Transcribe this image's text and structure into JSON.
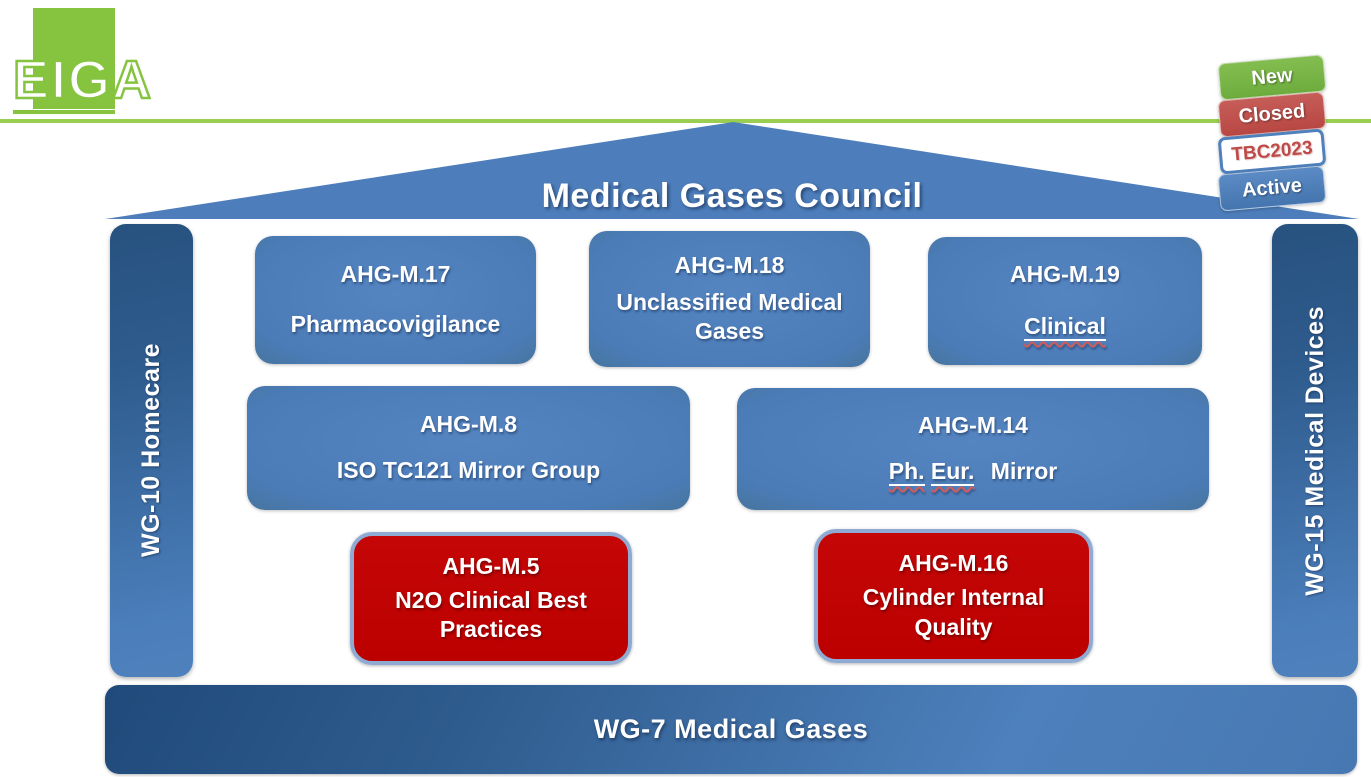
{
  "logo": {
    "text": "EIGA"
  },
  "legend": {
    "items": [
      {
        "id": "new",
        "label": "New",
        "color": "#74B244"
      },
      {
        "id": "closed",
        "label": "Closed",
        "color": "#BE4B48"
      },
      {
        "id": "tbc",
        "label": "TBC2023",
        "color": "#FFFFFF",
        "border_color": "#4F81BD",
        "text_color": "#BE4B48"
      },
      {
        "id": "active",
        "label": "Active",
        "color": "#4F81BD"
      }
    ]
  },
  "council": {
    "label": "Medical Gases Council"
  },
  "side_bars": {
    "left": {
      "label": "WG-10 Homecare"
    },
    "right": {
      "label": "WG-15 Medical Devices"
    }
  },
  "groups": {
    "m17": {
      "name": "AHG-M.17",
      "title": "Pharmacovigilance"
    },
    "m18": {
      "name": "AHG-M.18",
      "title": "Unclassified Medical Gases"
    },
    "m19": {
      "name": "AHG-M.19",
      "title": "Clinical"
    },
    "m8": {
      "name": "AHG-M.8",
      "title": "ISO TC121 Mirror Group"
    },
    "m14": {
      "name": "AHG-M.14",
      "word1": "Ph.",
      "word2": "Eur.",
      "word3": "Mirror"
    },
    "m5": {
      "name": "AHG-M.5",
      "title": "N2O Clinical Best Practices"
    },
    "m16": {
      "name": "AHG-M.16",
      "title": "Cylinder Internal Quality"
    }
  },
  "bottom_bar": {
    "label": "WG-7 Medical Gases"
  },
  "colors": {
    "box_blue": "#4D7EBB",
    "box_red": "#C00000",
    "red_box_border": "#8FABD4",
    "bar_blue_dark": "#27527F",
    "brand_green": "#86C440",
    "rule_green": "#99CE50"
  }
}
